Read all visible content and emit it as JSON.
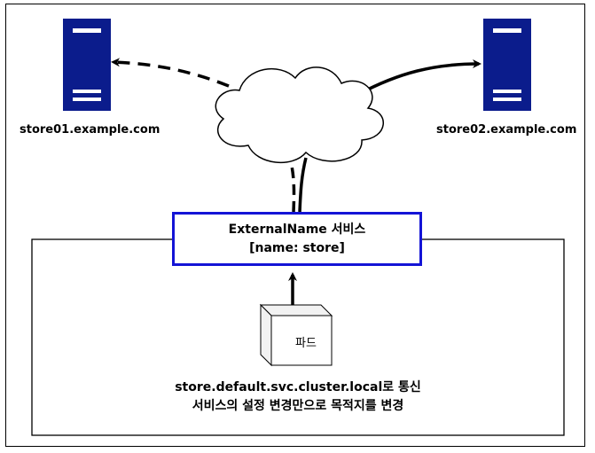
{
  "servers": {
    "left": {
      "label": "store01.example.com",
      "icon": "server-icon"
    },
    "right": {
      "label": "store02.example.com",
      "icon": "server-icon"
    }
  },
  "network": {
    "icon": "cloud-icon"
  },
  "service": {
    "line1": "ExternalName 서비스",
    "line2": "[name: store]"
  },
  "pod": {
    "label": "파드"
  },
  "note": {
    "line1": "store.default.svc.cluster.local로 통신",
    "line2": "서비스의 설정 변경만으로 목적지를 변경"
  },
  "colors": {
    "server": "#0b1c8c",
    "service_border": "#1414d6",
    "line": "#000000"
  }
}
